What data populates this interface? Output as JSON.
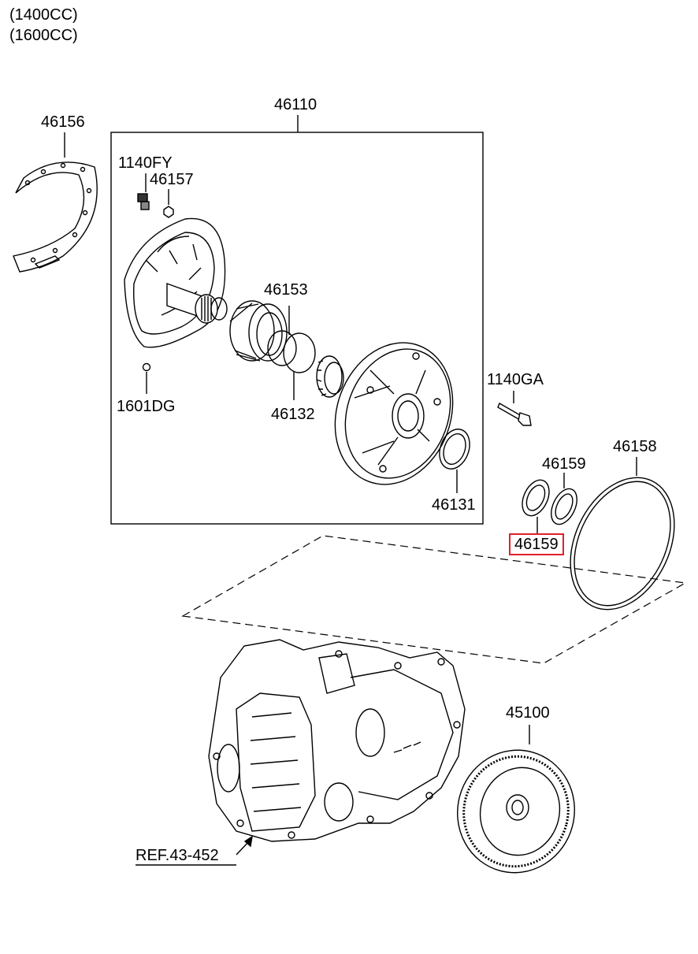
{
  "header": {
    "line1": "(1400CC)",
    "line2": "(1600CC)"
  },
  "labels": {
    "group": "46110",
    "p46156": "46156",
    "p1140FY": "1140FY",
    "p46157": "46157",
    "p46153": "46153",
    "p1601DG": "1601DG",
    "p46132": "46132",
    "p46131": "46131",
    "p1140GA": "1140GA",
    "p46158": "46158",
    "p46159a": "46159",
    "p46159b": "46159",
    "p45100": "45100",
    "ref": "REF.43-452"
  },
  "highlight": {
    "part": "p46159b",
    "color": "#e0202a"
  }
}
